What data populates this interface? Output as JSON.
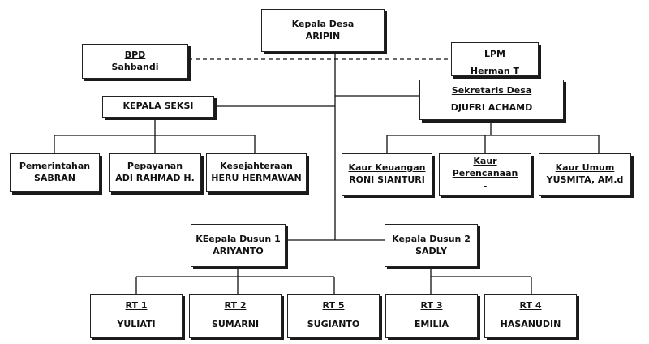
{
  "org": {
    "kepala_desa": {
      "title": "Kepala Desa",
      "name": "ARIPIN"
    },
    "bpd": {
      "title": "BPD",
      "name": "Sahbandi"
    },
    "lpm": {
      "title": "LPM",
      "name": "Herman T"
    },
    "sekretaris": {
      "title": "Sekretaris Desa",
      "name": "DJUFRI ACHAMD"
    },
    "kepala_seksi": {
      "title": "KEPALA SEKSI"
    },
    "seksi": [
      {
        "title": "Pemerintahan",
        "name": "SABRAN"
      },
      {
        "title": "Pepayanan",
        "name": "ADI RAHMAD H."
      },
      {
        "title": "Kesejahteraan",
        "name": "HERU HERMAWAN"
      }
    ],
    "kaur": [
      {
        "title": "Kaur Keuangan",
        "name": "RONI SIANTURI"
      },
      {
        "title": "Kaur Perencanaan",
        "name": "-"
      },
      {
        "title": "Kaur Umum",
        "name": "YUSMITA, AM.d"
      }
    ],
    "dusun": [
      {
        "title": "KEepala Dusun 1",
        "name": "ARIYANTO"
      },
      {
        "title": "Kepala Dusun 2",
        "name": "SADLY"
      }
    ],
    "rt": [
      {
        "title": "RT 1",
        "name": "YULIATI"
      },
      {
        "title": "RT 2",
        "name": "SUMARNI"
      },
      {
        "title": "RT 5",
        "name": "SUGIANTO"
      },
      {
        "title": "RT 3",
        "name": "EMILIA"
      },
      {
        "title": "RT 4",
        "name": "HASANUDIN"
      }
    ]
  }
}
